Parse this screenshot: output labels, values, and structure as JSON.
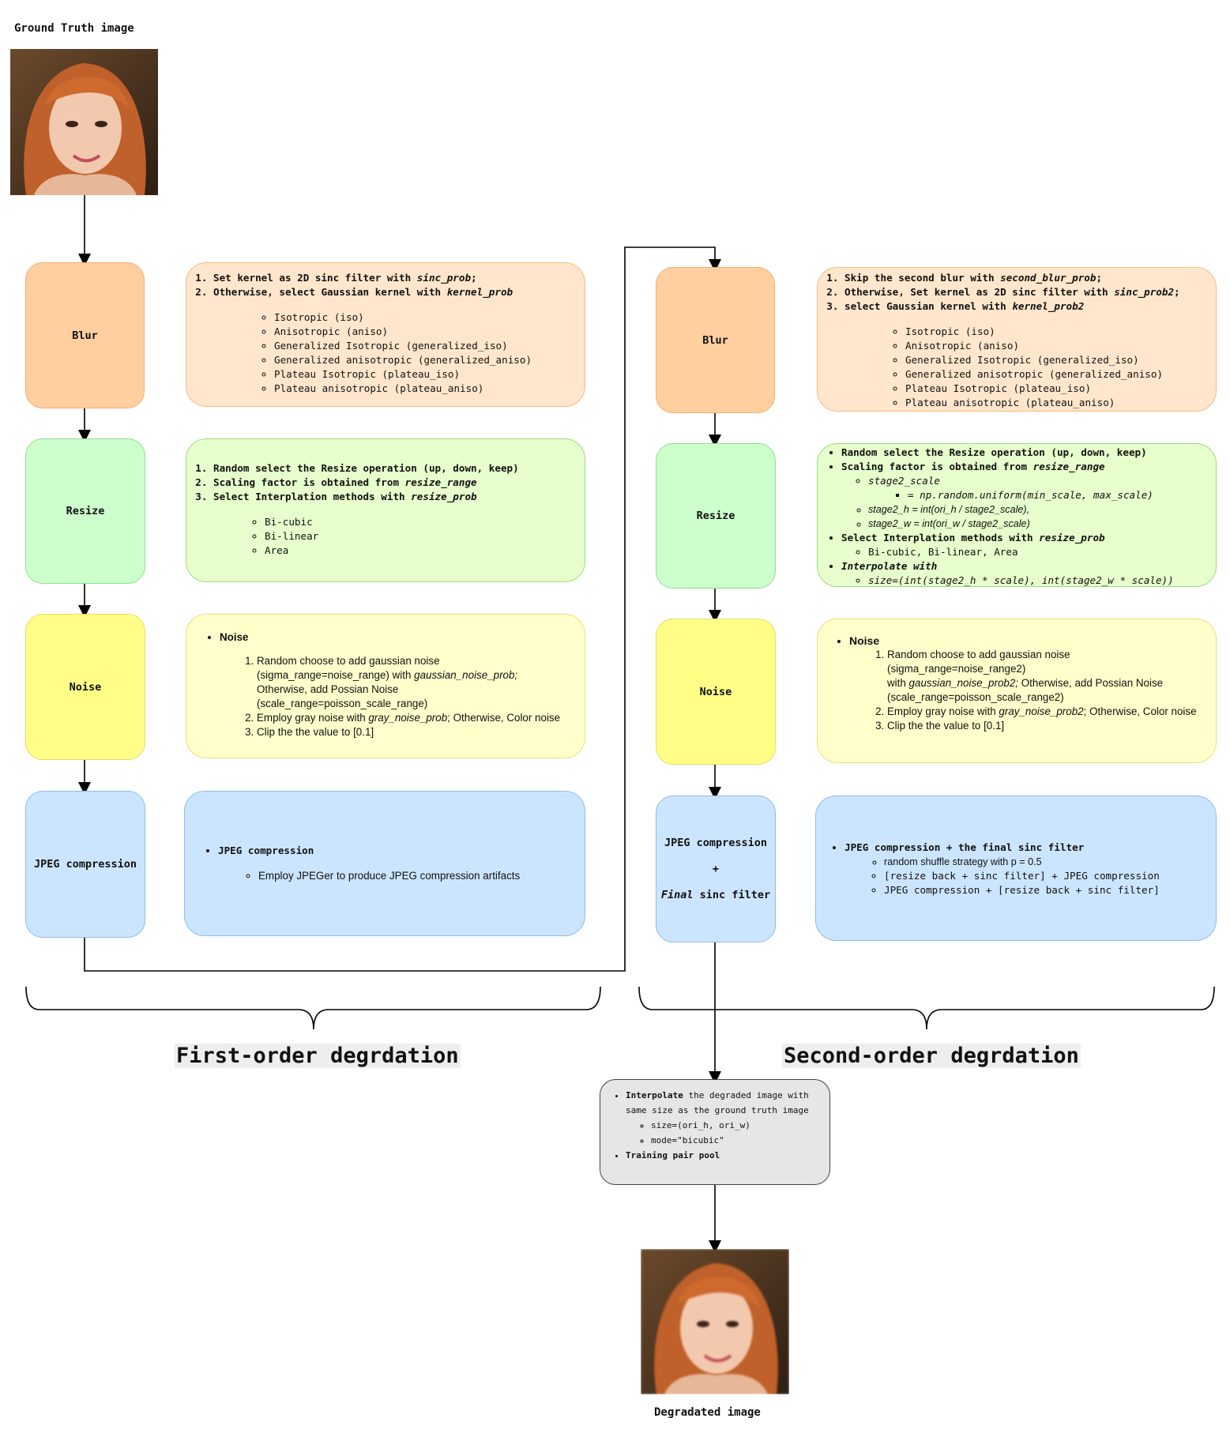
{
  "top_caption": "Ground Truth image",
  "bottom_caption": "Degradated image",
  "first_order_label": "First-order degrdation",
  "second_order_label": "Second-order degrdation",
  "first": {
    "blur": {
      "label": "Blur",
      "items": [
        {
          "t1": "Set kernel as 2D sinc filter with ",
          "v": "sinc_prob",
          "t2": ";"
        },
        {
          "t1": "Otherwise, select Gaussian kernel with ",
          "v": "kernel_prob",
          "t2": ""
        }
      ],
      "kernels": [
        "Isotropic (iso)",
        "Anisotropic (aniso)",
        "Generalized Isotropic (generalized_iso)",
        "Generalized anisotropic (generalized_aniso)",
        "Plateau Isotropic (plateau_iso)",
        "Plateau anisotropic (plateau_aniso)"
      ]
    },
    "resize": {
      "label": "Resize",
      "items": [
        {
          "t1": "Random select the Resize operation (up, down, keep)",
          "v": "",
          "t2": ""
        },
        {
          "t1": "Scaling factor is obtained from ",
          "v": "resize_range",
          "t2": ""
        },
        {
          "t1": "Select Interplation methods with ",
          "v": "resize_prob",
          "t2": ""
        }
      ],
      "methods": [
        "Bi-cubic",
        "Bi-linear",
        "Area"
      ]
    },
    "noise": {
      "label": "Noise",
      "heading": "Noise",
      "i1_a": "Random choose to add gaussian noise",
      "i1_b": "(sigma_range=noise_range) with ",
      "i1_v": "gaussian_noise_prob;",
      "i1_c": "Otherwise, add Possian Noise",
      "i1_d": "(scale_range=poisson_scale_range)",
      "i2_a": "Employ gray noise with ",
      "i2_v": "gray_noise_prob",
      "i2_b": "; Otherwise, Color noise",
      "i3": "Clip the the value to [0.1]"
    },
    "jpeg": {
      "label": "JPEG compression",
      "heading": "JPEG compression",
      "sub": "Employ JPEGer to produce JPEG compression artifacts"
    }
  },
  "second": {
    "blur": {
      "label": "Blur",
      "items": [
        {
          "t1": "Skip the second blur with ",
          "v": "second_blur_prob",
          "t2": ";"
        },
        {
          "t1": "Otherwise, Set kernel as 2D sinc filter with ",
          "v": "sinc_prob2",
          "t2": ";"
        },
        {
          "t1": "select Gaussian kernel with ",
          "v": "kernel_prob2",
          "t2": ""
        }
      ],
      "kernels": [
        "Isotropic (iso)",
        "Anisotropic (aniso)",
        "Generalized Isotropic (generalized_iso)",
        "Generalized anisotropic (generalized_aniso)",
        "Plateau Isotropic (plateau_iso)",
        "Plateau anisotropic (plateau_aniso)"
      ]
    },
    "resize": {
      "label": "Resize",
      "b1": "Random select the Resize operation (up, down, keep)",
      "b2": "Scaling factor is obtained from ",
      "b2_v": "resize_range",
      "s1": "stage2_scale",
      "s1_sub": "= np.random.uniform(min_scale, max_scale)",
      "s2": "stage2_h = int(ori_h / stage2_scale),",
      "s3": "stage2_w = int(ori_w / stage2_scale)",
      "b3": "Select Interplation methods with ",
      "b3_v": "resize_prob",
      "s4": "Bi-cubic, Bi-linear, Area",
      "b4": "Interpolate with",
      "s5": "size=(int(stage2_h * scale), int(stage2_w * scale))"
    },
    "noise": {
      "label": "Noise",
      "heading": "Noise",
      "i1_a": "Random choose to add gaussian noise",
      "i1_b": "(sigma_range=noise_range2)",
      "i1_c": "with ",
      "i1_v": "gaussian_noise_prob2;",
      "i1_d": " Otherwise, add Possian Noise",
      "i1_e": "(scale_range=poisson_scale_range2)",
      "i2_a": "Employ gray noise with ",
      "i2_v": "gray_noise_prob2",
      "i2_b": "; Otherwise, Color noise",
      "i3": "Clip the the value to [0.1]"
    },
    "jpeg": {
      "label_1": "JPEG compression",
      "label_plus": "+",
      "label_final": "Final",
      "label_rest": " sinc filter",
      "heading": "JPEG compression + the final sinc filter",
      "s1": "random shuffle strategy with p = 0.5",
      "s2": "[resize back + sinc filter] + JPEG compression",
      "s3": "JPEG compression + [resize back + sinc filter]"
    }
  },
  "final": {
    "b1_bold": "Interpolate",
    "b1_rest": " the degraded image with same size as the ground truth image",
    "s1": "size=(ori_h, ori_w)",
    "s2": "mode=\"bicubic\"",
    "b2": "Training pair pool"
  }
}
